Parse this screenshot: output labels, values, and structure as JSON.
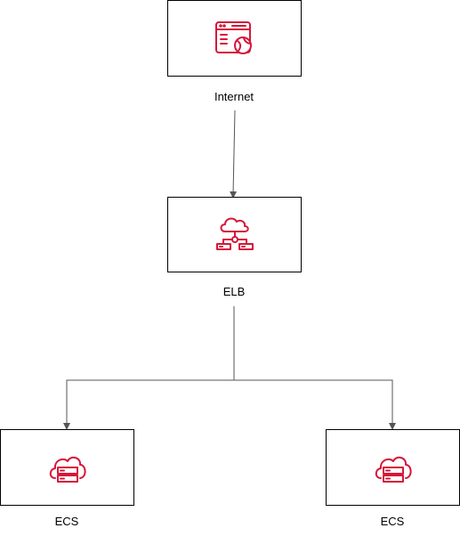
{
  "nodes": {
    "internet": {
      "label": "Internet",
      "icon": "browser-globe-icon"
    },
    "elb": {
      "label": "ELB",
      "icon": "cloud-network-icon"
    },
    "ecs_left": {
      "label": "ECS",
      "icon": "cloud-server-icon"
    },
    "ecs_right": {
      "label": "ECS",
      "icon": "cloud-server-icon"
    }
  },
  "colors": {
    "icon": "#d6173a",
    "border": "#000000",
    "connector": "#555555"
  }
}
